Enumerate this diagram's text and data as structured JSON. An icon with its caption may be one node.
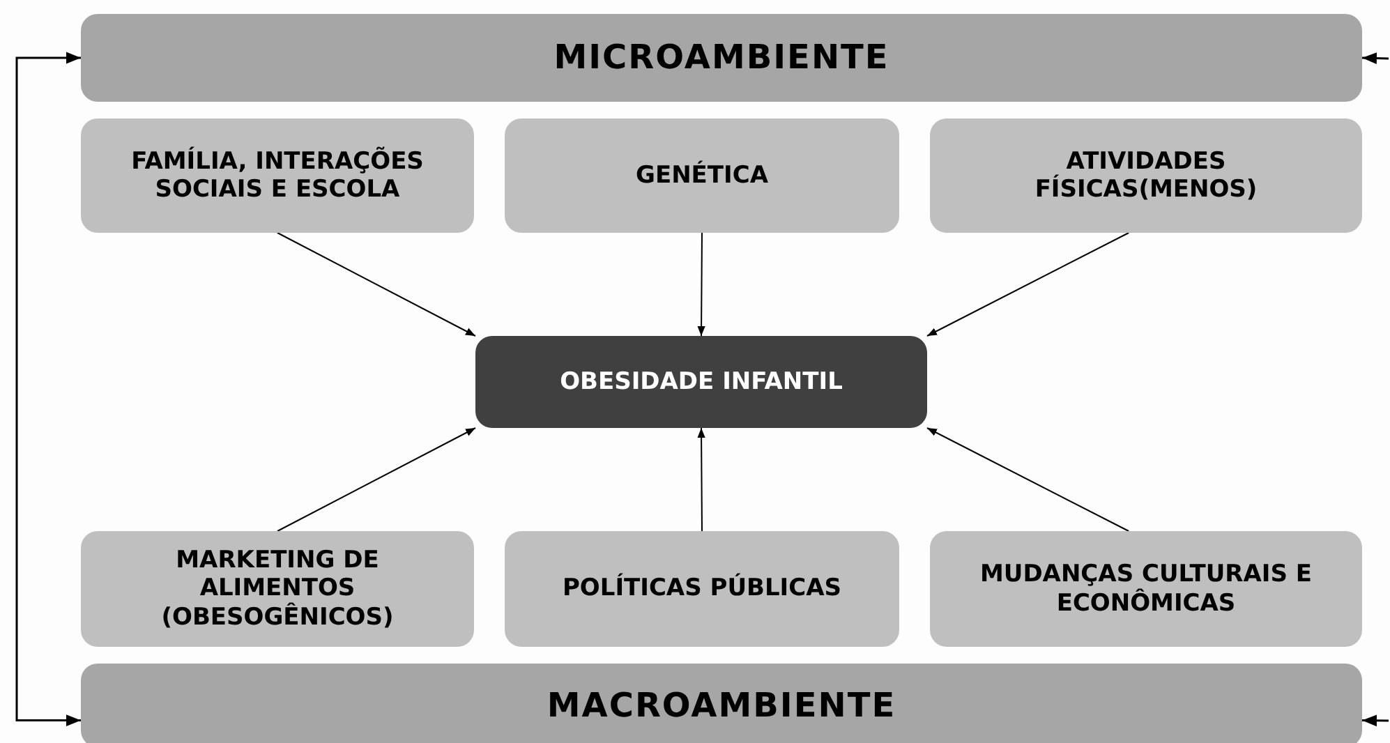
{
  "diagram": {
    "nodes": [
      {
        "text": [
          "MICROAMBIENTE"
        ]
      },
      {
        "text": [
          "FAMÍLIA, INTERAÇÕES SOCIAIS E ESCOLA"
        ]
      },
      {
        "text": [
          "GENÉTICA"
        ]
      },
      {
        "text": [
          "ATIVIDADES FÍSICAS(MENOS)"
        ]
      },
      {
        "text": [
          "OBESIDADE INFANTIL"
        ]
      },
      {
        "text": [
          "MARKETING DE ALIMENTOS (OBESOGÊNICOS)"
        ]
      },
      {
        "text": [
          "POLÍTICAS PÚBLICAS"
        ]
      },
      {
        "text": [
          "MUDANÇAS CULTURAIS E ECONÔMICAS"
        ]
      },
      {
        "text": [
          "MACROAMBIENTE"
        ]
      }
    ],
    "edges": [
      {
        "from": 1,
        "to": 4,
        "arrow": "to"
      },
      {
        "from": 2,
        "to": 4,
        "arrow": "to"
      },
      {
        "from": 3,
        "to": 4,
        "arrow": "to"
      },
      {
        "from": 5,
        "to": 4,
        "arrow": "to"
      },
      {
        "from": 6,
        "to": 4,
        "arrow": "to"
      },
      {
        "from": 7,
        "to": 4,
        "arrow": "to"
      },
      {
        "from": 8,
        "to": 0,
        "arrow": "both"
      },
      {
        "from": null,
        "to": 0,
        "arrow": "to"
      },
      {
        "from": null,
        "to": 8,
        "arrow": "to"
      }
    ]
  }
}
